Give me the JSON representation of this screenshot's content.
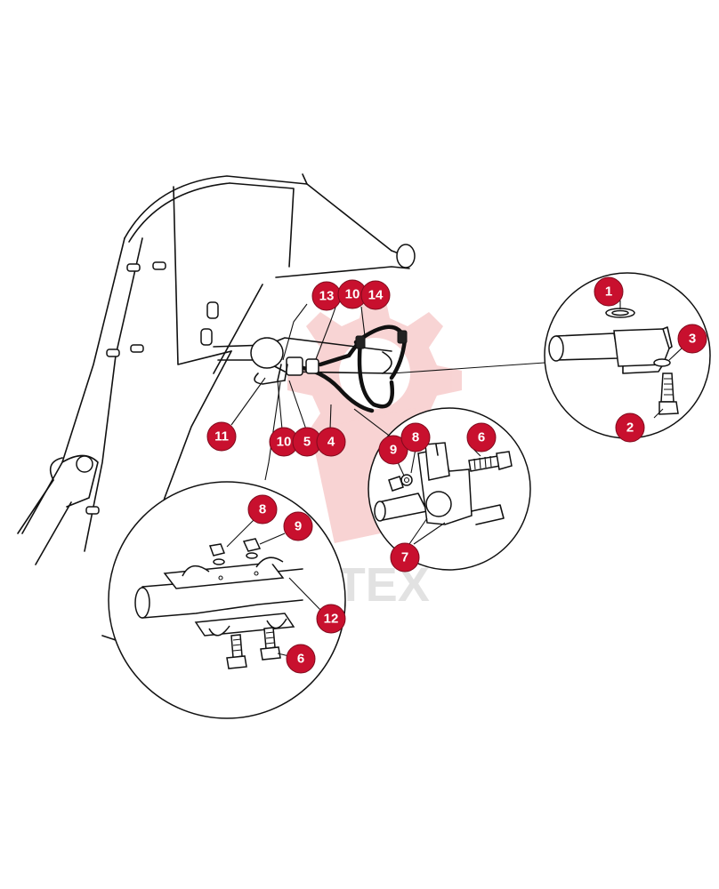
{
  "watermark": {
    "text": "ИНТЕХ",
    "color": "#e03a3a"
  },
  "colors": {
    "callout_fill": "#c8102e",
    "callout_text": "#ffffff",
    "line_art": "#111111"
  },
  "callouts": [
    {
      "id": "c1",
      "label": "1"
    },
    {
      "id": "c2",
      "label": "2"
    },
    {
      "id": "c3",
      "label": "3"
    },
    {
      "id": "c13",
      "label": "13"
    },
    {
      "id": "c10a",
      "label": "10"
    },
    {
      "id": "c14",
      "label": "14"
    },
    {
      "id": "c11",
      "label": "11"
    },
    {
      "id": "c10b",
      "label": "10"
    },
    {
      "id": "c5",
      "label": "5"
    },
    {
      "id": "c4",
      "label": "4"
    },
    {
      "id": "c9a",
      "label": "9"
    },
    {
      "id": "c8a",
      "label": "8"
    },
    {
      "id": "c6a",
      "label": "6"
    },
    {
      "id": "c7",
      "label": "7"
    },
    {
      "id": "c8b",
      "label": "8"
    },
    {
      "id": "c9b",
      "label": "9"
    },
    {
      "id": "c12",
      "label": "12"
    },
    {
      "id": "c6b",
      "label": "6"
    }
  ]
}
